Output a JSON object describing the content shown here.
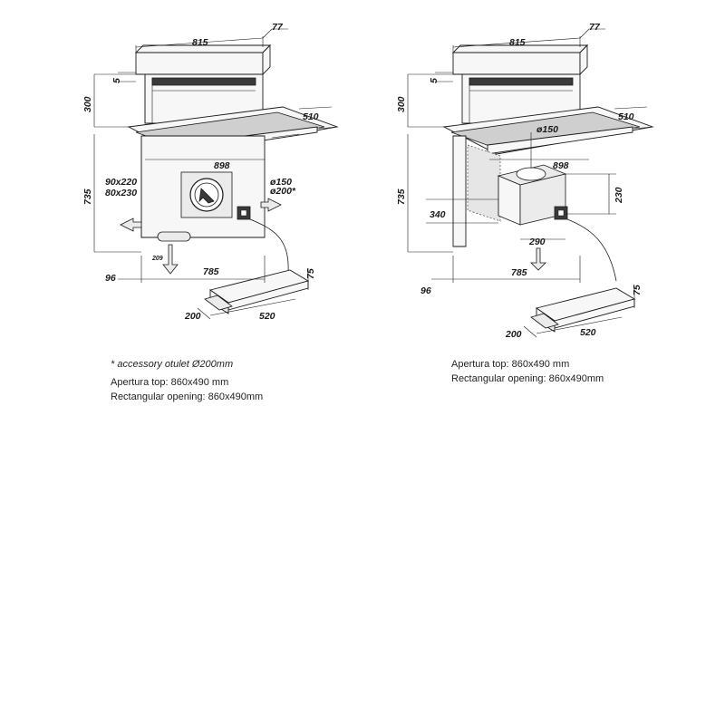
{
  "left_drawing": {
    "dims": {
      "width_top": "815",
      "depth_top": "77",
      "thickness": "5",
      "height_up": "300",
      "depth": "510",
      "width_mid": "898",
      "height_down": "735",
      "duct_a": "90x220",
      "duct_b": "80x230",
      "outlet_a": "ø150",
      "outlet_b": "ø200*",
      "vent": "209",
      "bottom_offset": "96",
      "bottom_width": "785",
      "motor_height": "75",
      "motor_depth": "200",
      "motor_width": "520"
    },
    "notes": {
      "accessory": "* accessory otulet Ø200mm",
      "apertura": "Apertura top: 860x490 mm",
      "opening": "Rectangular opening: 860x490mm"
    }
  },
  "right_drawing": {
    "dims": {
      "width_top": "815",
      "depth_top": "77",
      "thickness": "5",
      "height_up": "300",
      "depth": "510",
      "width_mid": "898",
      "outlet": "ø150",
      "height_down": "735",
      "box_height": "230",
      "box_depth": "340",
      "box_width": "290",
      "bottom_offset": "96",
      "bottom_width": "785",
      "motor_height": "75",
      "motor_depth": "200",
      "motor_width": "520"
    },
    "notes": {
      "apertura": "Apertura top: 860x490 mm",
      "opening": "Rectangular opening: 860x490mm"
    }
  }
}
